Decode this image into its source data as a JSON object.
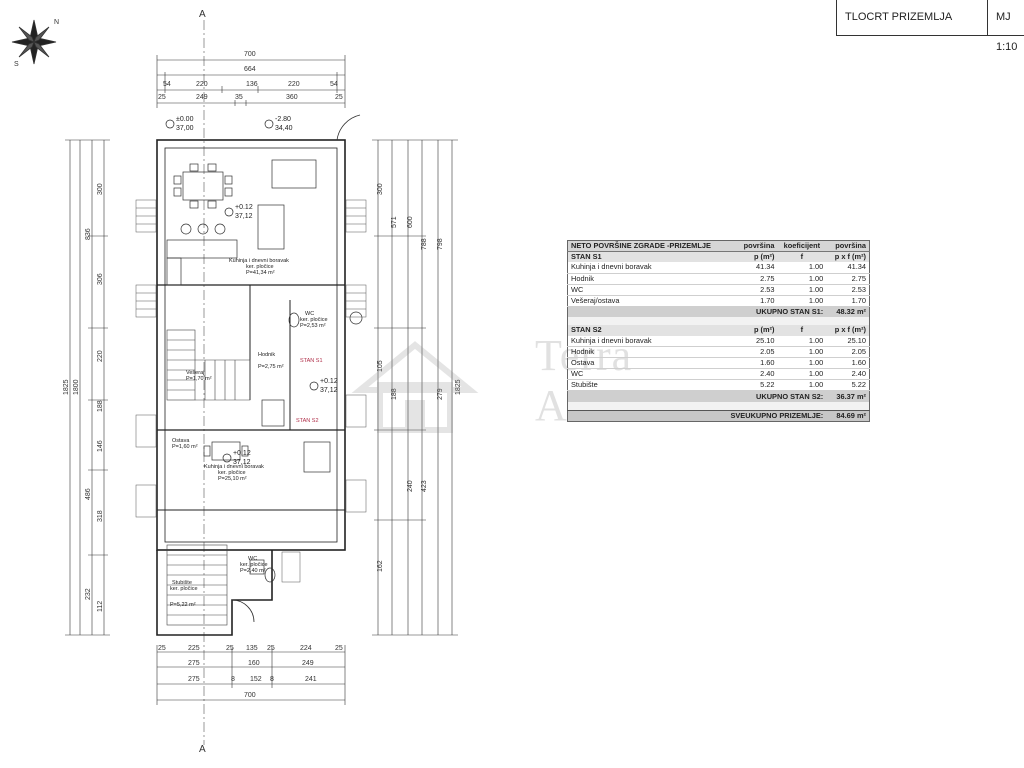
{
  "title_block": {
    "sheet_title": "TLOCRT PRIZEMLJA",
    "scale": "MJ 1:10"
  },
  "section_marker": "A",
  "compass_letters": [
    "S",
    "N"
  ],
  "dimensions": {
    "top_total": "700",
    "top_inner": "664",
    "top_segments_a": [
      "54",
      "220",
      "136",
      "220",
      "54"
    ],
    "top_segments_b": [
      "25",
      "249",
      "35",
      "360",
      "25"
    ],
    "bottom_segments_a": [
      "25",
      "225",
      "25",
      "135",
      "25",
      "224",
      "25"
    ],
    "bottom_segments_b": [
      "275",
      "160",
      "249"
    ],
    "bottom_segments_c": [
      "275",
      "8",
      "152",
      "8",
      "241"
    ],
    "bottom_total": "700",
    "left_total": "1825",
    "left_sub": "1800",
    "right_total": "1825",
    "left_col_a": [
      "300",
      "306",
      "220",
      "188",
      "146",
      "486",
      "318",
      "232",
      "112"
    ],
    "left_col_b": [
      "836"
    ],
    "right_col_a": [
      "300",
      "571",
      "105",
      "188",
      "240",
      "423",
      "162"
    ],
    "right_col_b": [
      "600",
      "788",
      "279",
      "798"
    ]
  },
  "levels": [
    {
      "label": "±0.00",
      "value": "37,00"
    },
    {
      "label": "-2.80",
      "value": "34,40"
    },
    {
      "label": "+0.12",
      "value": "37,12"
    },
    {
      "label": "+0.12",
      "value": "37,12"
    },
    {
      "label": "+0.12",
      "value": "37,12"
    }
  ],
  "rooms": [
    {
      "name": "Kuhinja i dnevni boravak",
      "note": "ker. pločice",
      "area": "P=41,34 m²"
    },
    {
      "name": "WC",
      "note": "ker. pločice",
      "area": "P=2,53 m²"
    },
    {
      "name": "Hodnik",
      "note": "",
      "area": "P=2,75 m²"
    },
    {
      "name": "Vešeraj",
      "note": "",
      "area": "P=1,70 m²"
    },
    {
      "name": "Ostava",
      "note": "",
      "area": "P=1,60 m²"
    },
    {
      "name": "Kuhinja i dnevni boravak",
      "note": "ker. pločice",
      "area": "P=25,10 m²"
    },
    {
      "name": "WC",
      "note": "ker. pločice",
      "area": "P=2,40 m²"
    },
    {
      "name": "Stubište",
      "note": "ker. pločice",
      "area": "P=5,22 m²"
    }
  ],
  "unit_labels": [
    "STAN S1",
    "STAN S2"
  ],
  "watermark": {
    "line1": "Terra",
    "line2": "Aurea"
  },
  "area_table": {
    "header": {
      "title": "NETO POVRŠINE ZGRADE -PRIZEMLJE",
      "col1": "površina",
      "col2": "koeficijent",
      "col3": "površina"
    },
    "s1": {
      "name": "STAN S1",
      "col_p": "p (m²)",
      "col_f": "f",
      "col_pf": "p x f (m²)",
      "rows": [
        {
          "room": "Kuhinja i dnevni boravak",
          "p": "41.34",
          "f": "1.00",
          "pf": "41.34"
        },
        {
          "room": "Hodnik",
          "p": "2.75",
          "f": "1.00",
          "pf": "2.75"
        },
        {
          "room": "WC",
          "p": "2.53",
          "f": "1.00",
          "pf": "2.53"
        },
        {
          "room": "Vešeraj/ostava",
          "p": "1.70",
          "f": "1.00",
          "pf": "1.70"
        }
      ],
      "total_label": "UKUPNO STAN S1:",
      "total_value": "48.32 m²"
    },
    "s2": {
      "name": "STAN S2",
      "col_p": "p (m²)",
      "col_f": "f",
      "col_pf": "p x f (m²)",
      "rows": [
        {
          "room": "Kuhinja i dnevni boravak",
          "p": "25.10",
          "f": "1.00",
          "pf": "25.10"
        },
        {
          "room": "Hodnik",
          "p": "2.05",
          "f": "1.00",
          "pf": "2.05"
        },
        {
          "room": "Ostava",
          "p": "1.60",
          "f": "1.00",
          "pf": "1.60"
        },
        {
          "room": "WC",
          "p": "2.40",
          "f": "1.00",
          "pf": "2.40"
        },
        {
          "room": "Stubište",
          "p": "5.22",
          "f": "1.00",
          "pf": "5.22"
        }
      ],
      "total_label": "UKUPNO STAN S2:",
      "total_value": "36.37 m²"
    },
    "grand_label": "SVEUKUPNO PRIZEMLJE:",
    "grand_value": "84.69 m²"
  }
}
